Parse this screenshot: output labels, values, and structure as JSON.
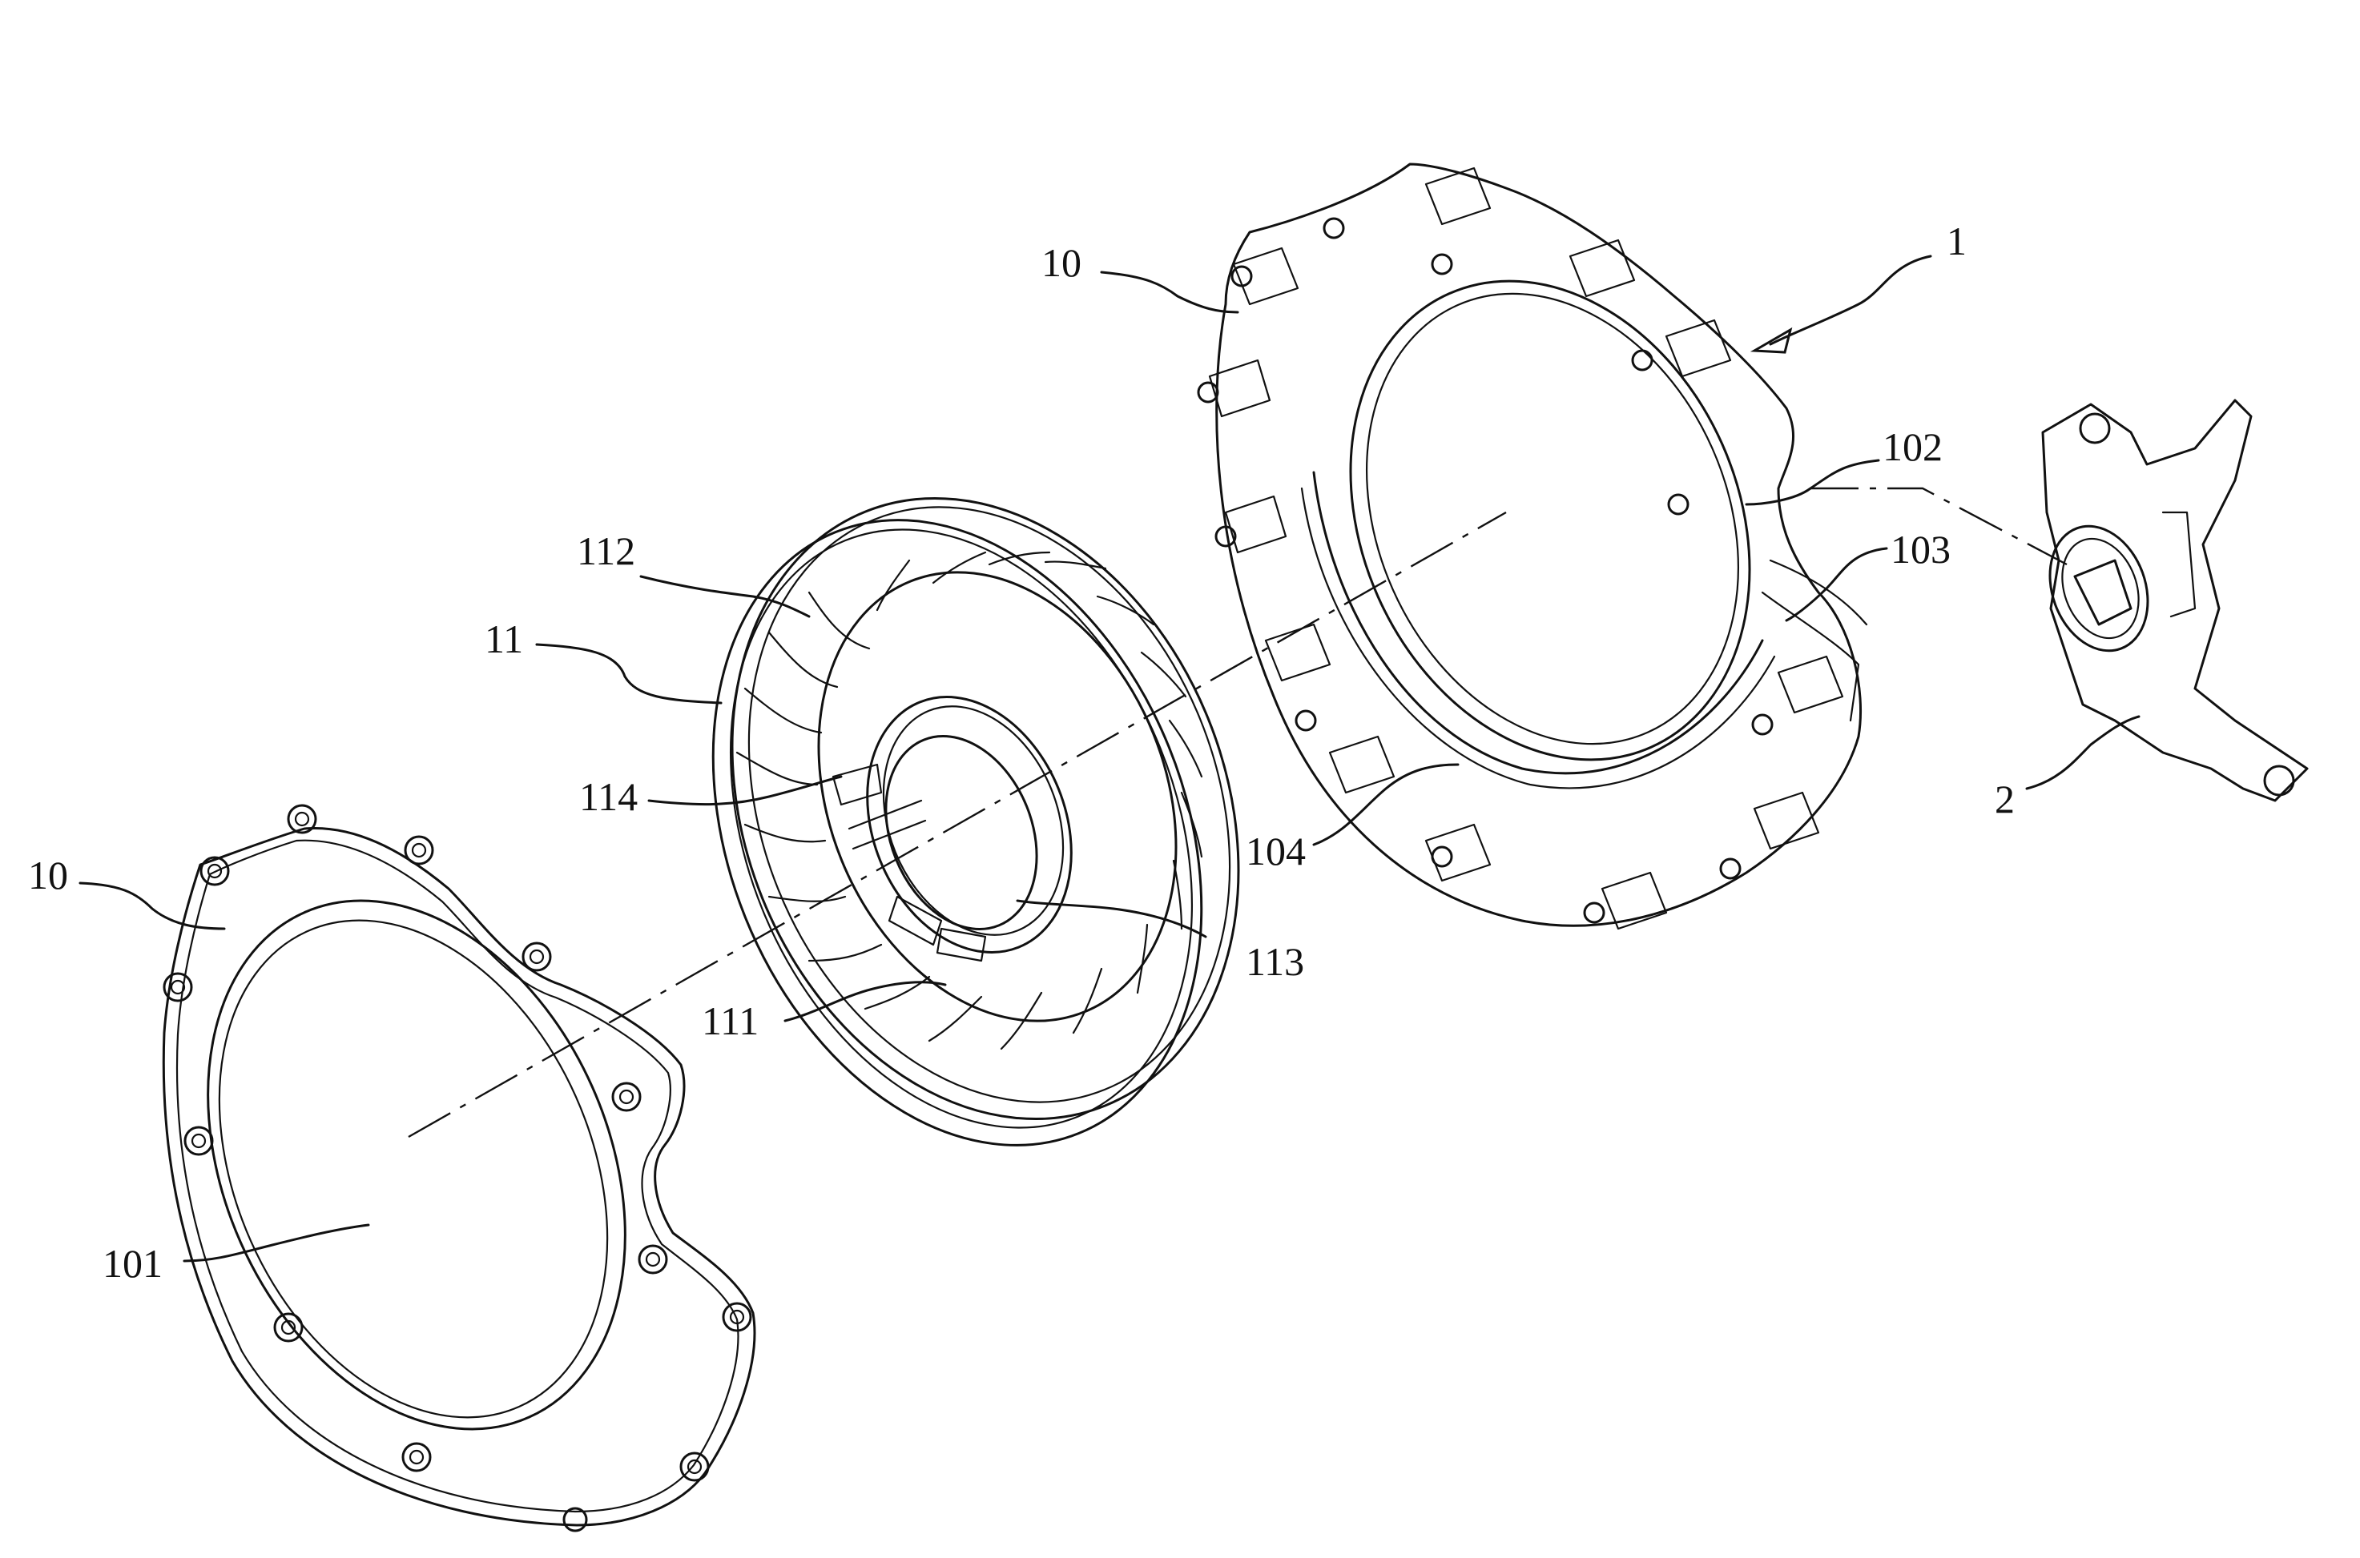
{
  "figure": {
    "labels": {
      "assembly": "1",
      "housing_left": "10",
      "housing_right": "10",
      "cover_plate": "101",
      "housing_face_upper": "102",
      "housing_face_lower": "103",
      "housing_rim": "104",
      "fan": "11",
      "fan_hub": "111",
      "fan_blades": "112",
      "fan_socket": "113",
      "fan_boss": "114",
      "caliper": "2"
    },
    "colors": {
      "ink": "#111111",
      "paper": "#ffffff"
    }
  }
}
